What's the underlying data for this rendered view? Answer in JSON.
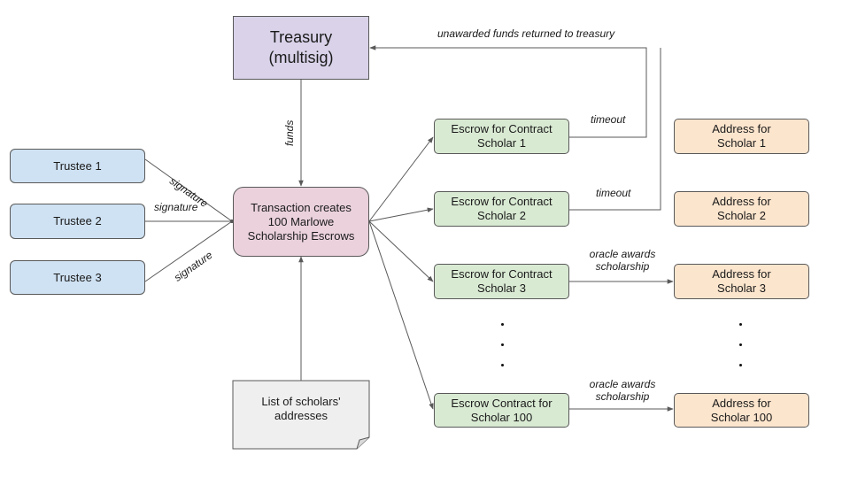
{
  "nodes": {
    "treasury": "Treasury\n(multisig)",
    "trustees": [
      "Trustee 1",
      "Trustee 2",
      "Trustee 3"
    ],
    "transaction": "Transaction creates\n100 Marlowe\nScholarship Escrows",
    "scholar_list": "List of scholars'\naddresses",
    "escrows": [
      "Escrow for Contract\nScholar 1",
      "Escrow for Contract\nScholar 2",
      "Escrow for Contract\nScholar 3",
      "Escrow Contract for\nScholar 100"
    ],
    "addresses": [
      "Address for\nScholar 1",
      "Address for\nScholar 2",
      "Address for\nScholar 3",
      "Address for\nScholar 100"
    ]
  },
  "edge_labels": {
    "returned": "unawarded funds returned to treasury",
    "funds": "funds",
    "signature": "signature",
    "timeout": "timeout",
    "oracle": "oracle awards\nscholarship"
  },
  "colors": {
    "treasury": "#d9d2e9",
    "trustee": "#cfe2f3",
    "transaction": "#ead1dc",
    "escrow": "#d9ead3",
    "address": "#fce5cd",
    "document": "#efefef"
  }
}
